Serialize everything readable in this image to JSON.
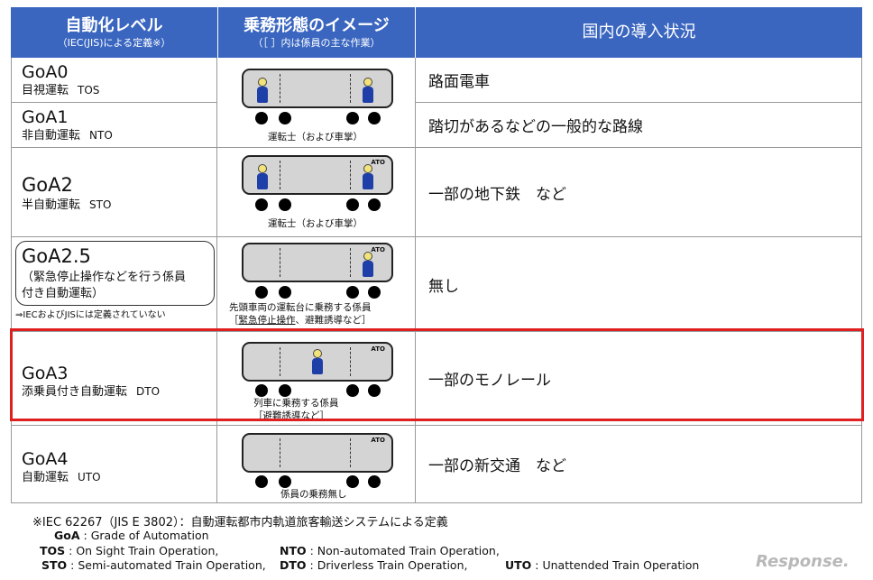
{
  "headers": {
    "level_title": "自動化レベル",
    "level_sub": "（IEC(JIS)による定義※）",
    "image_title": "乗務形態のイメージ",
    "image_sub": "（［ ］内は係員の主な作業）",
    "status_title": "国内の導入状況"
  },
  "rows": {
    "goa0": {
      "code": "GoA0",
      "name": "目視運転",
      "abbr": "TOS",
      "status": "路面電車"
    },
    "goa1": {
      "code": "GoA1",
      "name": "非自動運転",
      "abbr": "NTO",
      "status": "踏切があるなどの一般的な路線"
    },
    "goa01_caption": "運転士（および車掌）",
    "goa2": {
      "code": "GoA2",
      "name": "半自動運転",
      "abbr": "STO",
      "status": "一部の地下鉄　など",
      "caption": "運転士（および車掌）"
    },
    "goa25": {
      "code": "GoA2.5",
      "line1": "（緊急停止操作などを行う係員",
      "line2": "付き自動運転）",
      "note": "⇒IECおよびJISには定義されていない",
      "status": "無し",
      "caption1": "先頭車両の運転台に乗務する係員",
      "cap2_open": "［",
      "cap2_u": "緊急停止操作",
      "cap2_rest": "、避難誘導など］"
    },
    "goa3": {
      "code": "GoA3",
      "name": "添乗員付き自動運転",
      "abbr": "DTO",
      "status": "一部のモノレール",
      "caption1": "列車に乗務する係員",
      "caption2": "［避難誘導など］"
    },
    "goa4": {
      "code": "GoA4",
      "name": "自動運転",
      "abbr": "UTO",
      "status": "一部の新交通　など",
      "caption": "係員の乗務無し"
    },
    "ato_label": "ATO"
  },
  "footnote": {
    "main": "※IEC 62267（JIS E 3802）：自動運転都市内軌道旅客輸送システムによる定義",
    "goa_k": "GoA",
    "goa_v": " : Grade of Automation",
    "tos_k": "TOS",
    "tos_v": " : On Sight Train Operation,",
    "nto_k": "NTO",
    "nto_v": " : Non-automated Train Operation,",
    "sto_k": "STO",
    "sto_v": " : Semi-automated Train Operation,",
    "dto_k": "DTO",
    "dto_v": " : Driverless Train Operation,",
    "uto_k": "UTO",
    "uto_v": " : Unattended Train Operation"
  },
  "watermark": "Response."
}
